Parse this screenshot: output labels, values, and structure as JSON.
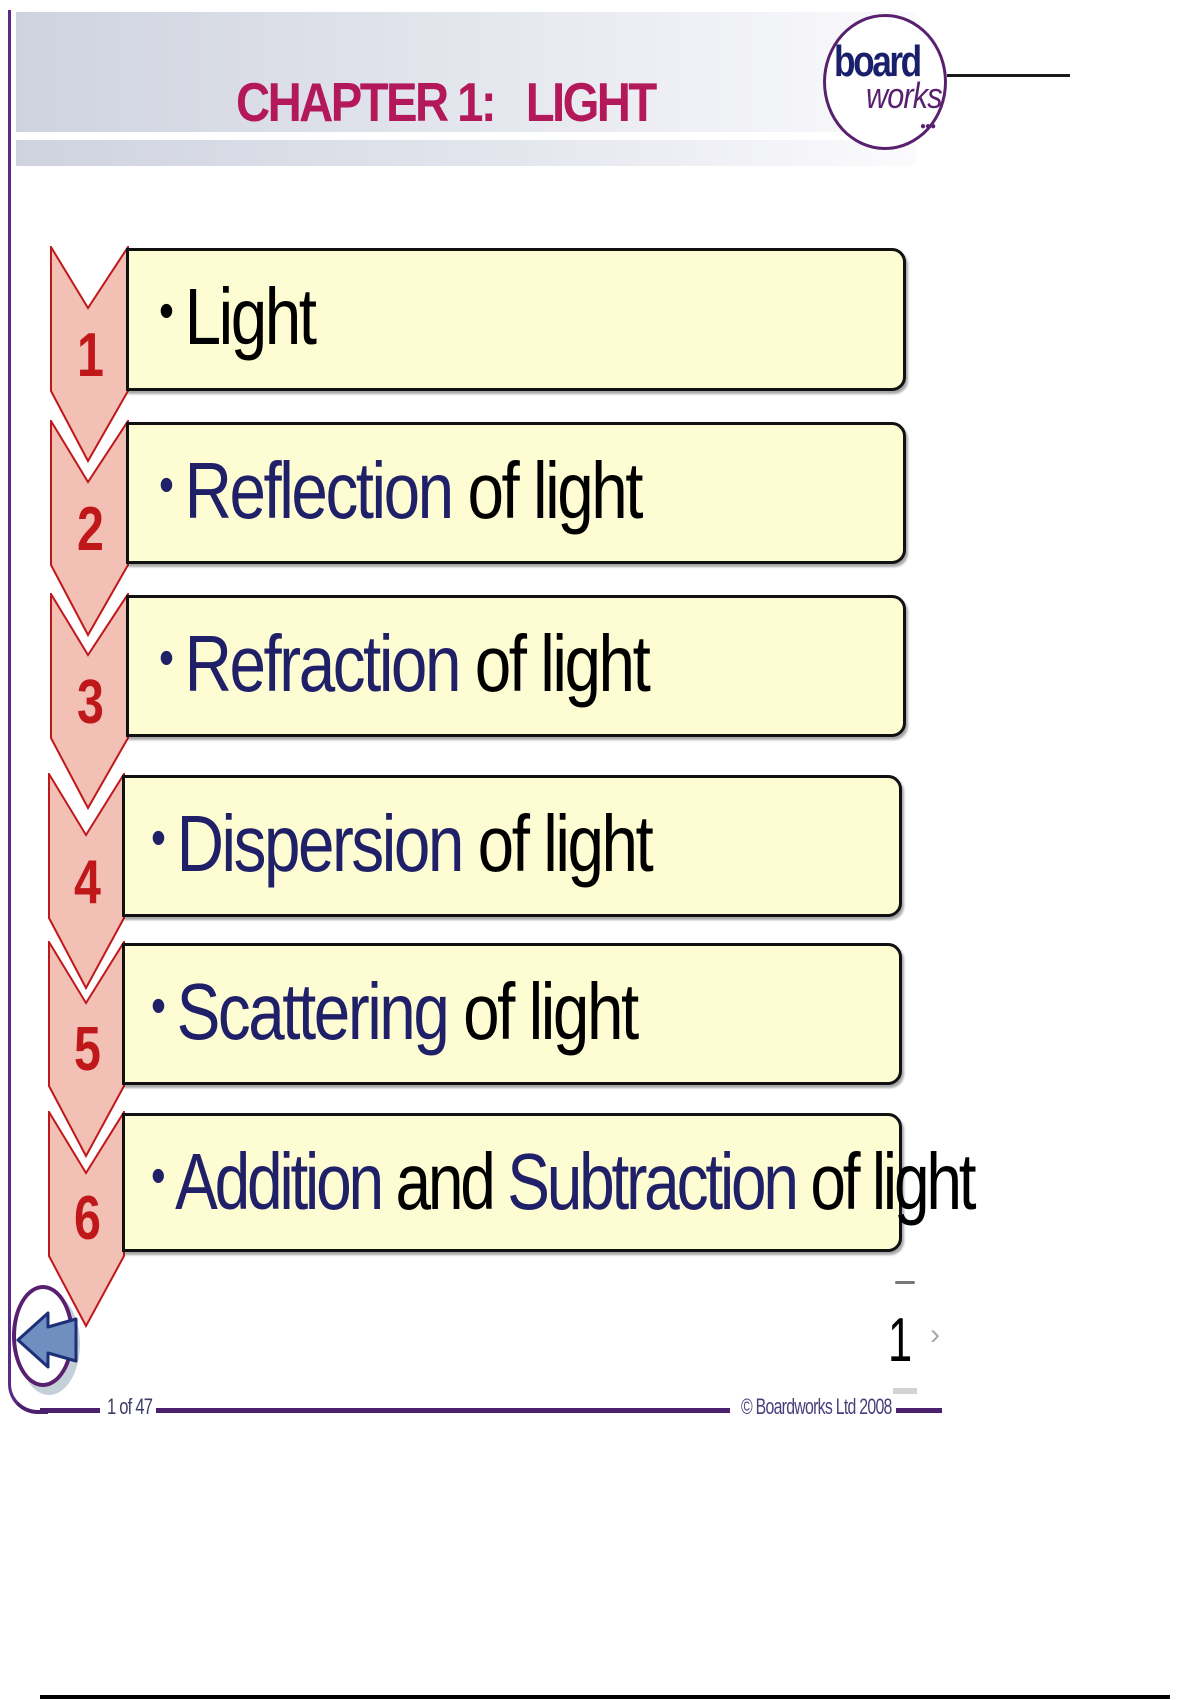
{
  "slide": {
    "title": "CHAPTER 1:   LIGHT",
    "logo": {
      "line1": "board",
      "line2": "works",
      "dots": "●●●"
    },
    "items": [
      {
        "number": "1",
        "bullet": "•",
        "parts": [
          {
            "text": "Light",
            "color": "black"
          }
        ]
      },
      {
        "number": "2",
        "bullet": "•",
        "parts": [
          {
            "text": "Reflection",
            "color": "navy"
          },
          {
            "text": " of light",
            "color": "black"
          }
        ]
      },
      {
        "number": "3",
        "bullet": "•",
        "parts": [
          {
            "text": "Refraction",
            "color": "navy"
          },
          {
            "text": " of light",
            "color": "black"
          }
        ]
      },
      {
        "number": "4",
        "bullet": "•",
        "parts": [
          {
            "text": "Dispersion",
            "color": "navy"
          },
          {
            "text": " of light",
            "color": "black"
          }
        ]
      },
      {
        "number": "5",
        "bullet": "•",
        "parts": [
          {
            "text": "Scattering",
            "color": "navy"
          },
          {
            "text": " of light",
            "color": "black"
          }
        ]
      },
      {
        "number": "6",
        "bullet": "•",
        "parts": [
          {
            "text": "Addition",
            "color": "navy"
          },
          {
            "text": " and ",
            "color": "black"
          },
          {
            "text": "Subtraction",
            "color": "navy"
          },
          {
            "text": " of light",
            "color": "black"
          }
        ]
      }
    ],
    "page_number": "1",
    "next_arrow": "›",
    "footer": {
      "pages": "1 of 47",
      "copyright": "© Boardworks Ltd 2008"
    }
  },
  "colors": {
    "title": "#b3185a",
    "navy_text": "#1f2068",
    "chevron_fill": "#f2c0b4",
    "chevron_border": "#c0171b",
    "box_fill": "#fdfcd3",
    "frame_purple": "#4a1f6e"
  },
  "icons": {
    "back": "back-arrow-icon",
    "next": "chevron-right-icon"
  }
}
